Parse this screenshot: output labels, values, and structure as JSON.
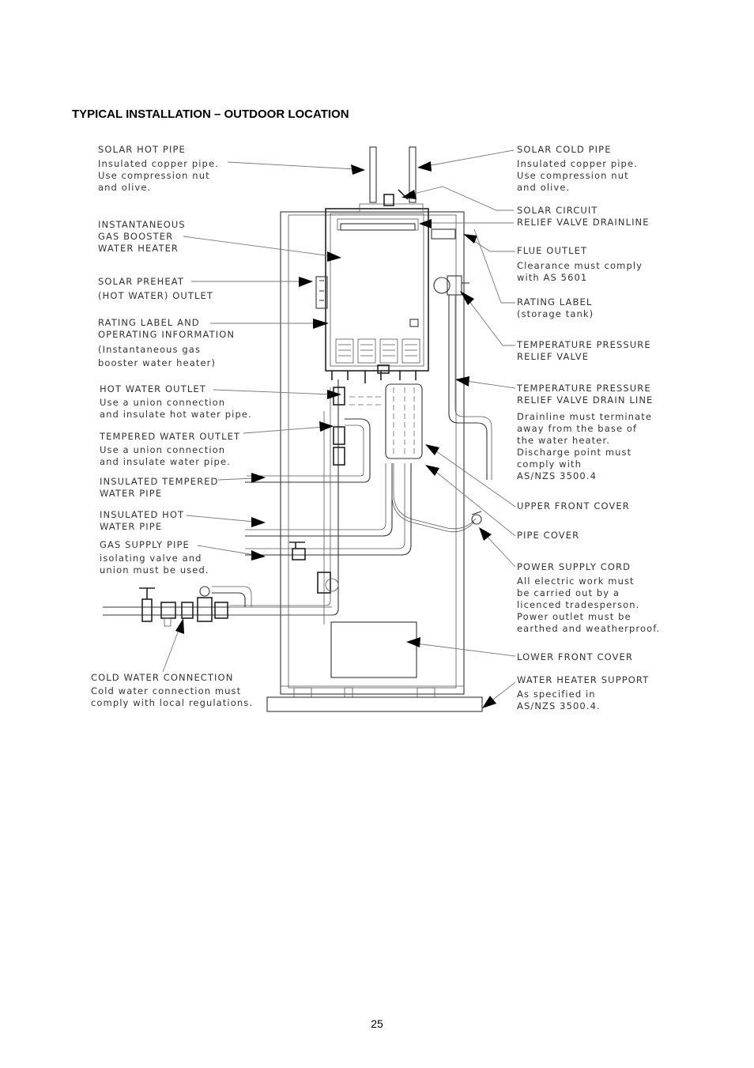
{
  "heading": "TYPICAL INSTALLATION – OUTDOOR LOCATION",
  "page_number": "25",
  "labels": {
    "solar_hot_pipe": [
      "SOLAR HOT PIPE",
      "Insulated copper pipe.",
      "Use compression nut",
      "and olive."
    ],
    "instantaneous_booster": [
      "INSTANTANEOUS",
      "GAS BOOSTER",
      "WATER HEATER"
    ],
    "solar_preheat": [
      "SOLAR PREHEAT",
      "(HOT WATER) OUTLET"
    ],
    "rating_label_operating": [
      "RATING LABEL AND",
      "OPERATING INFORMATION",
      "(Instantaneous gas",
      "booster water heater)"
    ],
    "hot_water_outlet": [
      "HOT WATER OUTLET",
      "Use a union connection",
      "and insulate hot water pipe."
    ],
    "tempered_water_outlet": [
      "TEMPERED WATER OUTLET",
      "Use a union connection",
      "and insulate water pipe."
    ],
    "insulated_tempered_pipe": [
      "INSULATED TEMPERED",
      "WATER PIPE"
    ],
    "insulated_hot_pipe": [
      "INSULATED HOT",
      "WATER PIPE"
    ],
    "gas_supply_pipe": [
      "GAS SUPPLY PIPE",
      "isolating valve and",
      "union must be used."
    ],
    "cold_water_connection": [
      "COLD WATER CONNECTION",
      "Cold water connection must",
      "comply with local regulations."
    ],
    "solar_cold_pipe": [
      "SOLAR COLD PIPE",
      "Insulated copper pipe.",
      "Use compression nut",
      "and olive."
    ],
    "solar_circuit_relief": [
      "SOLAR CIRCUIT",
      "RELIEF VALVE DRAINLINE"
    ],
    "flue_outlet": [
      "FLUE OUTLET",
      "Clearance must comply",
      "with AS 5601"
    ],
    "rating_label_tank": [
      "RATING LABEL",
      "(storage tank)"
    ],
    "tp_relief_valve": [
      "TEMPERATURE PRESSURE",
      "RELIEF VALVE"
    ],
    "tp_relief_drain": [
      "TEMPERATURE PRESSURE",
      "RELIEF VALVE DRAIN LINE",
      "Drainline must terminate",
      "away from the base of",
      "the water heater.",
      "Discharge point must",
      "comply with",
      "AS/NZS 3500.4"
    ],
    "upper_front_cover": [
      "UPPER FRONT COVER"
    ],
    "pipe_cover": [
      "PIPE COVER"
    ],
    "power_supply_cord": [
      "POWER SUPPLY CORD",
      "All electric work must",
      "be carried out by a",
      "licenced tradesperson.",
      "Power outlet must be",
      "earthed and weatherproof."
    ],
    "lower_front_cover": [
      "LOWER FRONT COVER"
    ],
    "water_heater_support": [
      "WATER HEATER SUPPORT",
      "As specified in",
      "AS/NZS 3500.4."
    ]
  }
}
